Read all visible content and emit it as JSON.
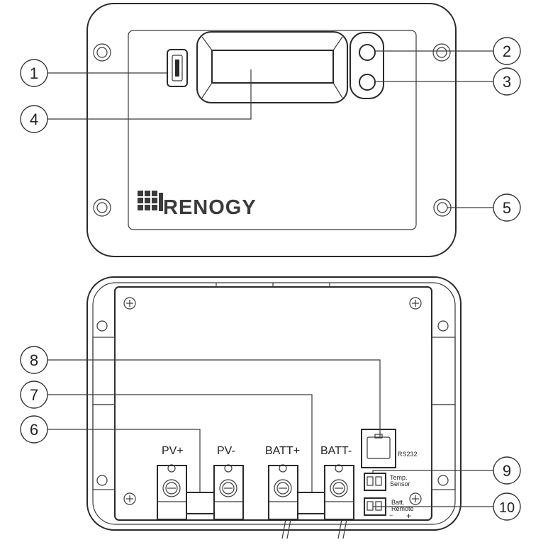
{
  "brand": {
    "name": "RENOGY"
  },
  "terminals": {
    "pv_plus": "PV+",
    "pv_minus": "PV-",
    "batt_plus": "BATT+",
    "batt_minus": "BATT-"
  },
  "ports": {
    "rs232": "RS232",
    "temp_sensor_line1": "Temp.",
    "temp_sensor_line2": "Sensor",
    "batt_remote_line1": "Batt.",
    "batt_remote_line2": "Remote",
    "minus_sign": "−",
    "plus_sign": "+"
  },
  "callouts": {
    "c1": "1",
    "c2": "2",
    "c3": "3",
    "c4": "4",
    "c5": "5",
    "c6": "6",
    "c7": "7",
    "c8": "8",
    "c9": "9",
    "c10": "10"
  }
}
